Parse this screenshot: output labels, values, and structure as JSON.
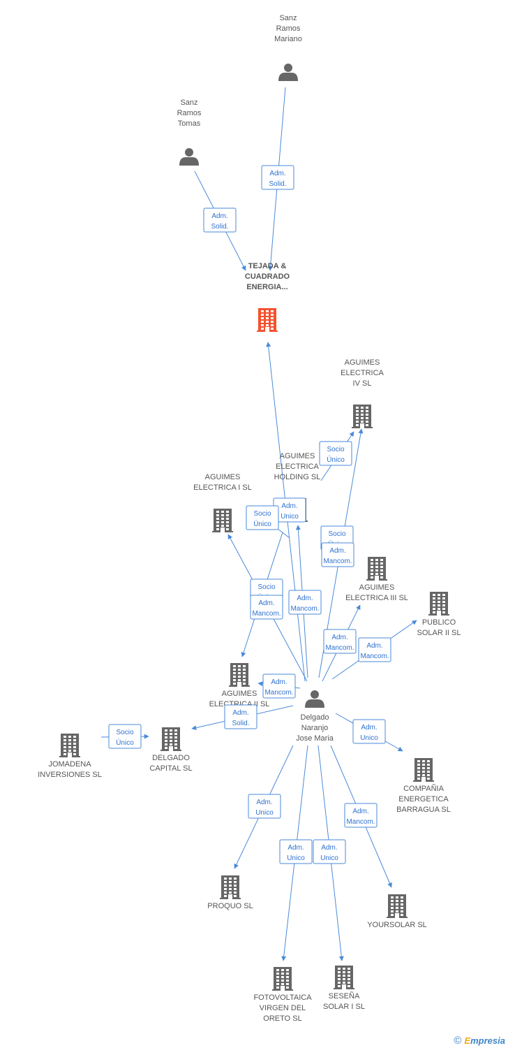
{
  "colors": {
    "edge": "#4a8ad8",
    "node": "#666666",
    "highlight": "#f4522f"
  },
  "nodes": [
    {
      "id": "sanz_mariano",
      "type": "person",
      "lines": [
        "Sanz",
        "Ramos",
        "Mariano"
      ]
    },
    {
      "id": "sanz_tomas",
      "type": "person",
      "lines": [
        "Sanz",
        "Ramos",
        "Tomas"
      ]
    },
    {
      "id": "tejada",
      "type": "company",
      "highlight": true,
      "lines": [
        "TEJADA &",
        "CUADRADO",
        "ENERGIA..."
      ]
    },
    {
      "id": "aguimes_iv",
      "type": "company",
      "lines": [
        "AGUIMES",
        "ELECTRICA",
        "IV SL"
      ]
    },
    {
      "id": "aguimes_holding",
      "type": "company",
      "lines": [
        "AGUIMES",
        "ELECTRICA",
        "HOLDING SL"
      ]
    },
    {
      "id": "aguimes_i",
      "type": "company",
      "lines": [
        "AGUIMES",
        "ELECTRICA I SL"
      ]
    },
    {
      "id": "aguimes_iii",
      "type": "company",
      "lines": [
        "AGUIMES",
        "ELECTRICA III SL"
      ]
    },
    {
      "id": "publico_solar",
      "type": "company",
      "lines": [
        "PUBLICO",
        "SOLAR II SL"
      ]
    },
    {
      "id": "aguimes_ii",
      "type": "company",
      "lines": [
        "AGUIMES",
        "ELECTRICA II SL"
      ]
    },
    {
      "id": "delgado",
      "type": "person",
      "lines": [
        "Delgado",
        "Naranjo",
        "Jose Maria"
      ]
    },
    {
      "id": "delgado_capital",
      "type": "company",
      "lines": [
        "DELGADO",
        "CAPITAL SL"
      ]
    },
    {
      "id": "jomadena",
      "type": "company",
      "lines": [
        "JOMADENA",
        "INVERSIONES SL"
      ]
    },
    {
      "id": "barragua",
      "type": "company",
      "lines": [
        "COMPAÑIA",
        "ENERGETICA",
        "BARRAGUA SL"
      ]
    },
    {
      "id": "proquo",
      "type": "company",
      "lines": [
        "PROQUO SL"
      ]
    },
    {
      "id": "yoursolar",
      "type": "company",
      "lines": [
        "YOURSOLAR SL"
      ]
    },
    {
      "id": "fotovoltaica",
      "type": "company",
      "lines": [
        "FOTOVOLTAICA",
        "VIRGEN DEL",
        "ORETO SL"
      ]
    },
    {
      "id": "senesa",
      "type": "company",
      "lines": [
        "SESEÑA",
        "SOLAR I SL"
      ]
    }
  ],
  "edges": [
    {
      "from": "sanz_mariano",
      "to": "tejada",
      "label": [
        "Adm.",
        "Solid."
      ]
    },
    {
      "from": "sanz_tomas",
      "to": "tejada",
      "label": [
        "Adm.",
        "Solid."
      ]
    },
    {
      "from": "delgado",
      "to": "tejada",
      "label": [
        "Adm.",
        "Unico"
      ]
    },
    {
      "from": "aguimes_holding",
      "to": "aguimes_iv",
      "label": [
        "Socio",
        "Único"
      ]
    },
    {
      "from": "aguimes_holding",
      "to": "aguimes_i",
      "label": [
        "Socio",
        "Único"
      ]
    },
    {
      "from": "aguimes_holding",
      "to": "aguimes_iii",
      "label": [
        "Socio",
        "Único"
      ]
    },
    {
      "from": "aguimes_holding",
      "to": "aguimes_ii",
      "label": [
        "Socio",
        "Único"
      ]
    },
    {
      "from": "delgado",
      "to": "aguimes_iv",
      "label": [
        "Adm.",
        "Mancom."
      ]
    },
    {
      "from": "delgado",
      "to": "aguimes_holding",
      "label": [
        "Adm.",
        "Mancom."
      ]
    },
    {
      "from": "delgado",
      "to": "aguimes_i",
      "label": [
        "Adm.",
        "Mancom."
      ]
    },
    {
      "from": "delgado",
      "to": "aguimes_iii",
      "label": [
        "Adm.",
        "Mancom."
      ]
    },
    {
      "from": "delgado",
      "to": "publico_solar",
      "label": [
        "Adm.",
        "Mancom."
      ]
    },
    {
      "from": "delgado",
      "to": "aguimes_ii",
      "label": [
        "Adm.",
        "Mancom."
      ]
    },
    {
      "from": "delgado",
      "to": "delgado_capital",
      "label": [
        "Adm.",
        "Solid."
      ]
    },
    {
      "from": "jomadena",
      "to": "delgado_capital",
      "label": [
        "Socio",
        "Único"
      ]
    },
    {
      "from": "delgado",
      "to": "barragua",
      "label": [
        "Adm.",
        "Unico"
      ]
    },
    {
      "from": "delgado",
      "to": "proquo",
      "label": [
        "Adm.",
        "Unico"
      ]
    },
    {
      "from": "delgado",
      "to": "yoursolar",
      "label": [
        "Adm.",
        "Mancom."
      ]
    },
    {
      "from": "delgado",
      "to": "fotovoltaica",
      "label": [
        "Adm.",
        "Unico"
      ]
    },
    {
      "from": "delgado",
      "to": "senesa",
      "label": [
        "Adm.",
        "Unico"
      ]
    }
  ],
  "footer": {
    "copyright": "©",
    "brand_initial": "E",
    "brand_rest": "mpresia"
  }
}
